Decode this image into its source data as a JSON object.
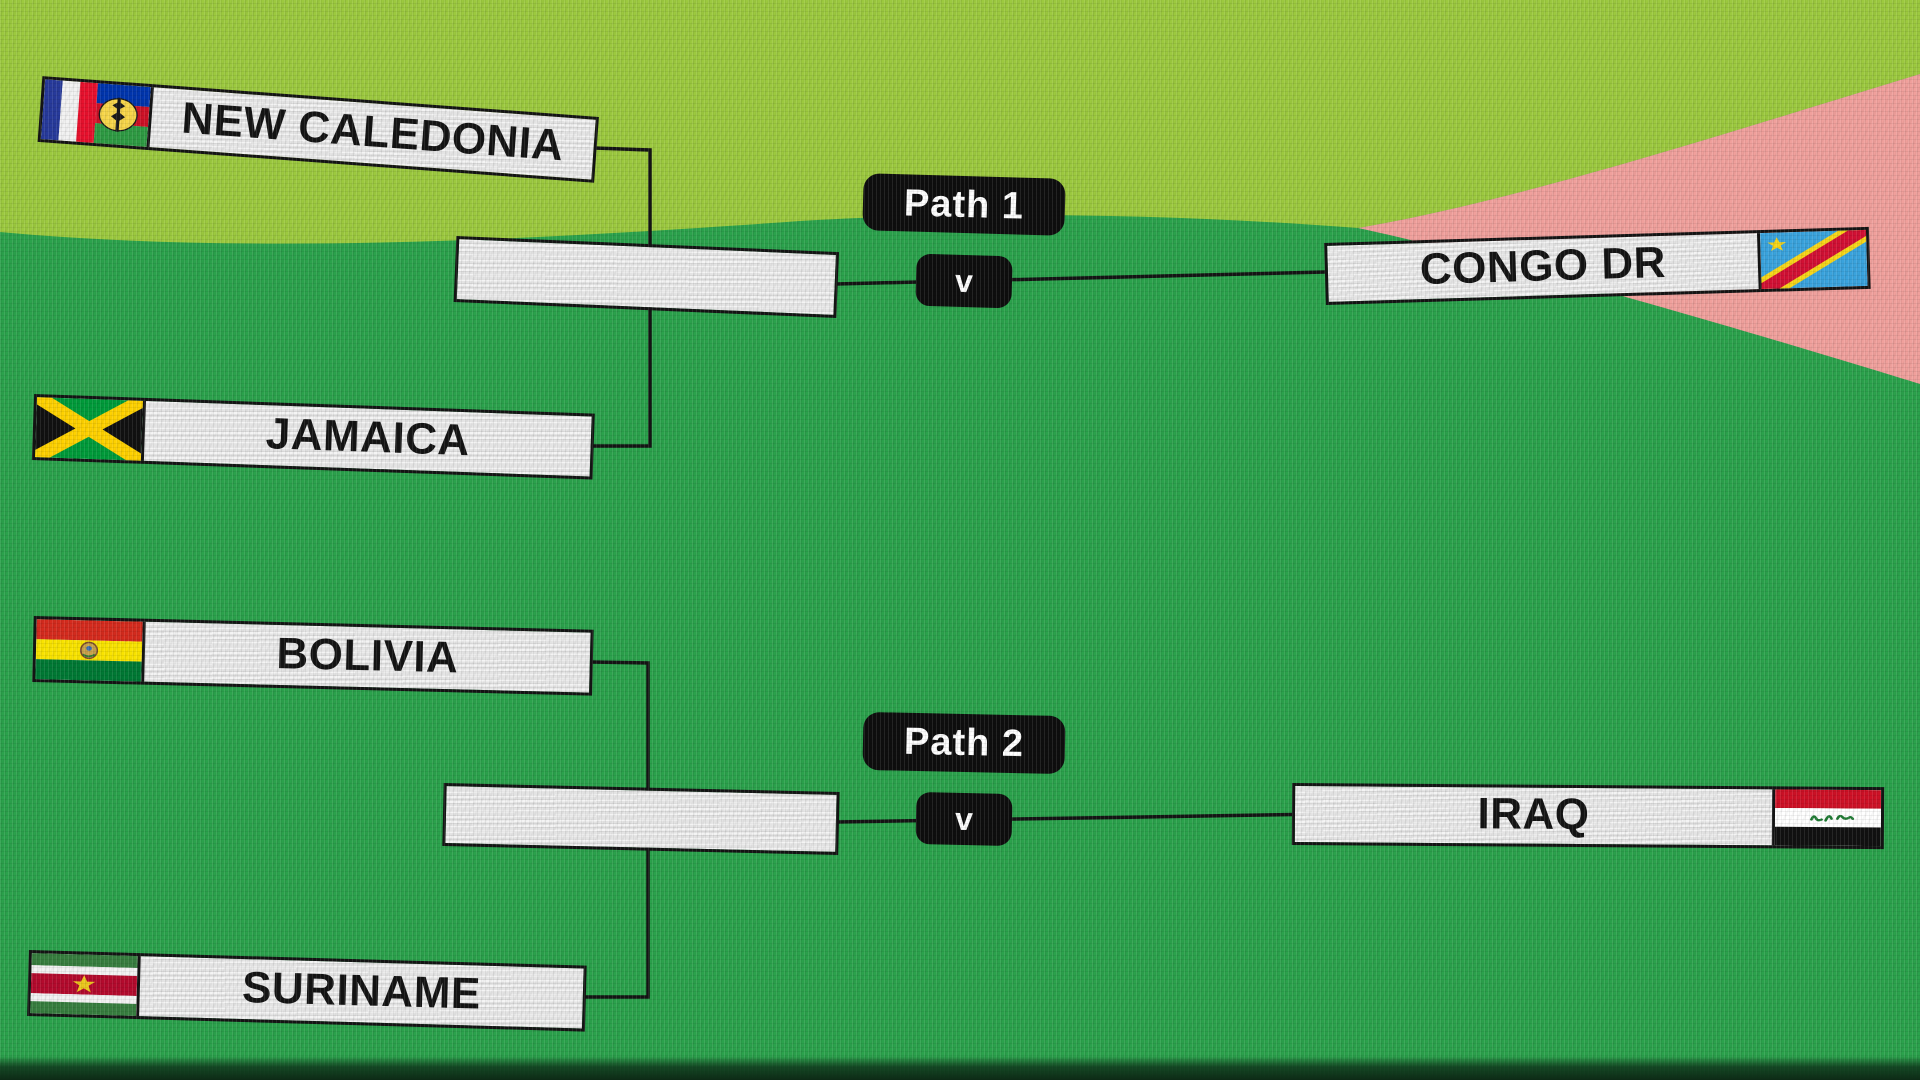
{
  "colors": {
    "pitch_green": "#2ba24c",
    "light_green": "#9cc93f",
    "pink": "#f0a09c",
    "box_fill": "#ededed",
    "line": "#141414",
    "badge_bg": "#0e0e0e",
    "badge_text": "#ffffff",
    "team_text": "#141414"
  },
  "bracket": {
    "path1": {
      "label": "Path 1",
      "versus": "v",
      "semi_home": "NEW CALEDONIA",
      "semi_away": "JAMAICA",
      "final_opponent": "CONGO DR"
    },
    "path2": {
      "label": "Path 2",
      "versus": "v",
      "semi_home": "BOLIVIA",
      "semi_away": "SURINAME",
      "final_opponent": "IRAQ"
    },
    "flags": {
      "new_caledonia": "new-caledonia-flag",
      "jamaica": "jamaica-flag",
      "congo_dr": "congo-dr-flag",
      "bolivia": "bolivia-flag",
      "iraq": "iraq-flag",
      "suriname": "suriname-flag"
    }
  }
}
